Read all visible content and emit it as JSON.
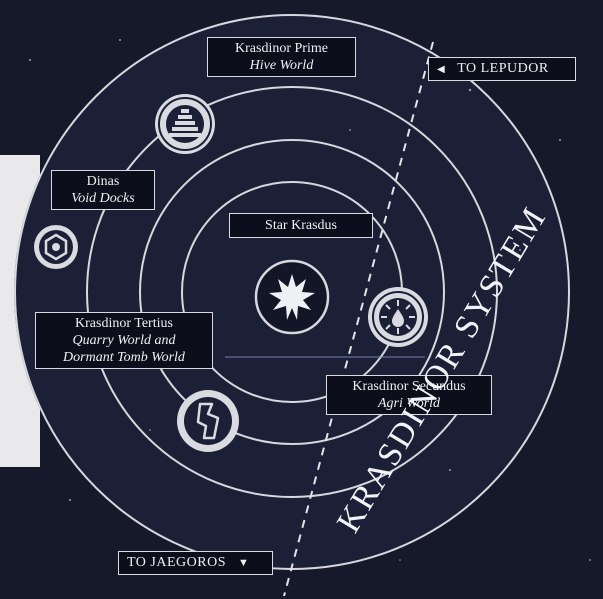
{
  "system_title": "KRASDINOR SYSTEM",
  "star": {
    "name": "Star Krasdus",
    "icon": "star-icon"
  },
  "planets": [
    {
      "name": "Krasdinor Prime",
      "type": "Hive World",
      "icon": "hive-world-icon"
    },
    {
      "name": "Dinas",
      "type": "Void Docks",
      "icon": "void-docks-icon"
    },
    {
      "name": "Krasdinor Tertius",
      "type": "Quarry World and Dormant Tomb World",
      "type_line1": "Quarry World and",
      "type_line2": "Dormant Tomb World",
      "icon": "quarry-world-icon"
    },
    {
      "name": "Krasdinor Secundus",
      "type": "Agri World",
      "icon": "agri-world-icon"
    }
  ],
  "routes": {
    "to_lepudor": "TO LEPUDOR",
    "to_jaegoros": "TO JAEGOROS"
  },
  "colors": {
    "background": "#15192a",
    "disc": "#1b2036",
    "orbit": "#d6d8de",
    "label_bg": "#0c0f1b",
    "text": "#eef0f4"
  }
}
